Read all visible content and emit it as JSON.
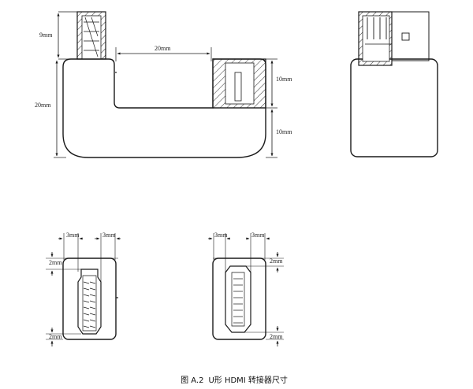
{
  "figure": {
    "number": "图 A.2",
    "title": "U形 HDMI 转接器尺寸"
  },
  "dimensions": {
    "plug_height": "9mm",
    "gap_width": "20mm",
    "total_height": "20mm",
    "upper_height": "10mm",
    "lower_height": "10mm",
    "left_offset_1": "3mm",
    "left_offset_2": "3mm",
    "right_offset_1": "3mm",
    "right_offset_2": "3mm",
    "left_top_margin": "2mm",
    "left_bottom_margin": "2mm",
    "right_top_margin": "2mm",
    "right_bottom_margin": "2mm"
  },
  "colors": {
    "line": "#1a1a1a",
    "hatch": "#333333"
  }
}
